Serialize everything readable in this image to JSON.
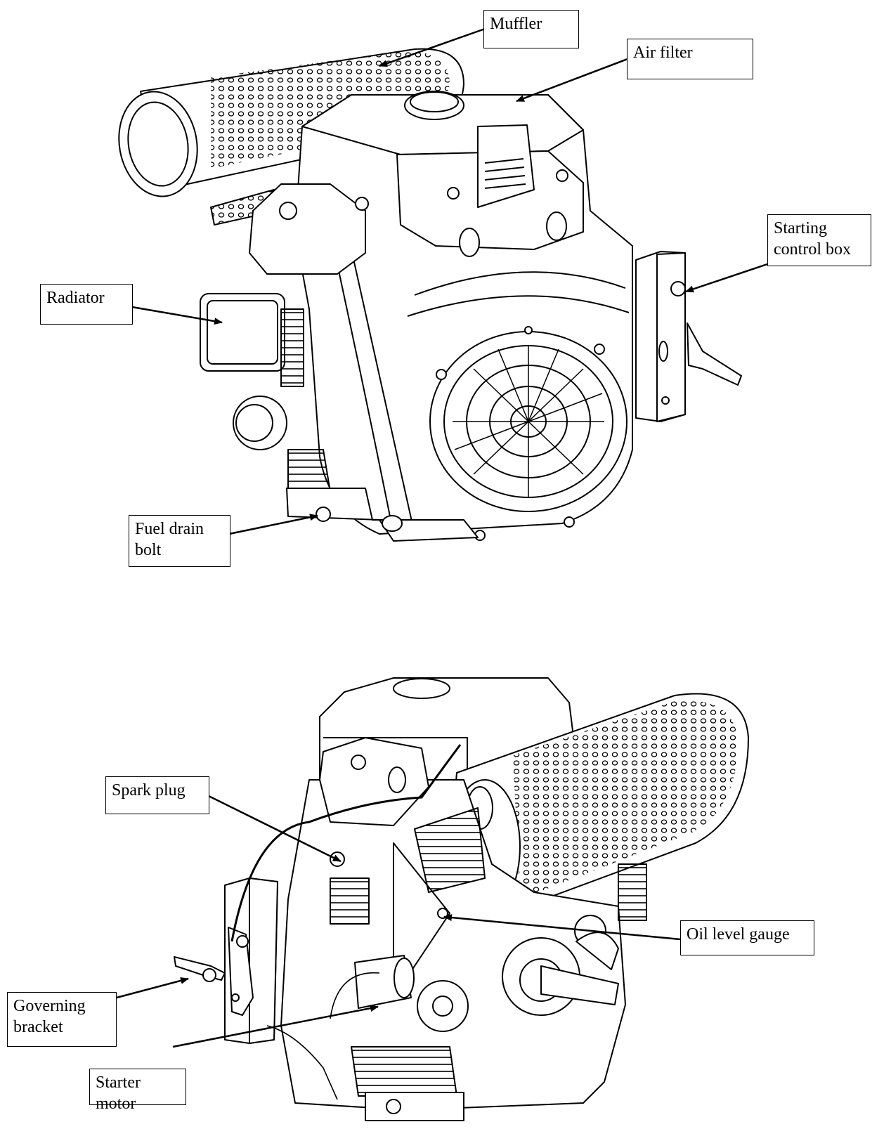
{
  "callouts_top": {
    "muffler": "Muffler",
    "air_filter": "Air filter",
    "starting_control_box": "Starting\ncontrol box",
    "radiator": "Radiator",
    "fuel_drain_bolt": "Fuel drain\nbolt"
  },
  "callouts_bottom": {
    "spark_plug": "Spark plug",
    "oil_level_gauge": "Oil level gauge",
    "governing_bracket": "Governing\nbracket",
    "starter_motor": "Starter motor"
  }
}
